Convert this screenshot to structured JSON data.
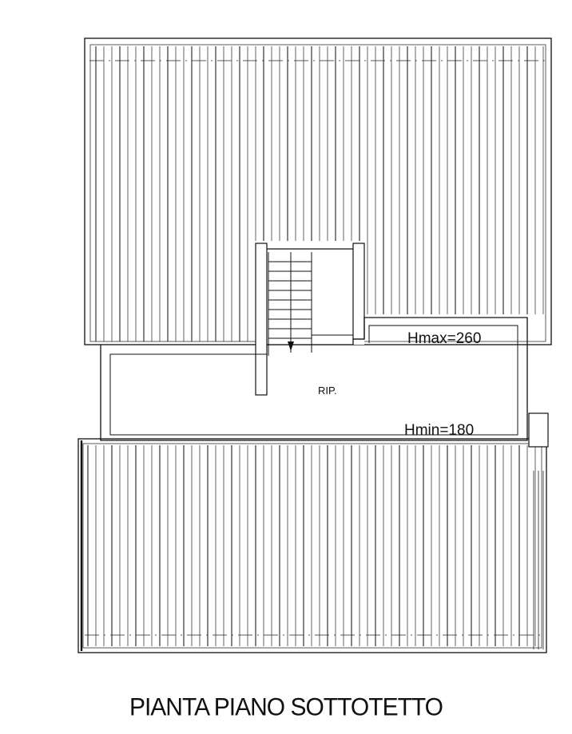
{
  "labels": {
    "room": "RIP.",
    "height_max": "Hmax=260",
    "height_min": "Hmin=180"
  },
  "title": "PIANTA PIANO SOTTOTETTO",
  "colors": {
    "ink": "#111111",
    "paper": "#ffffff"
  }
}
